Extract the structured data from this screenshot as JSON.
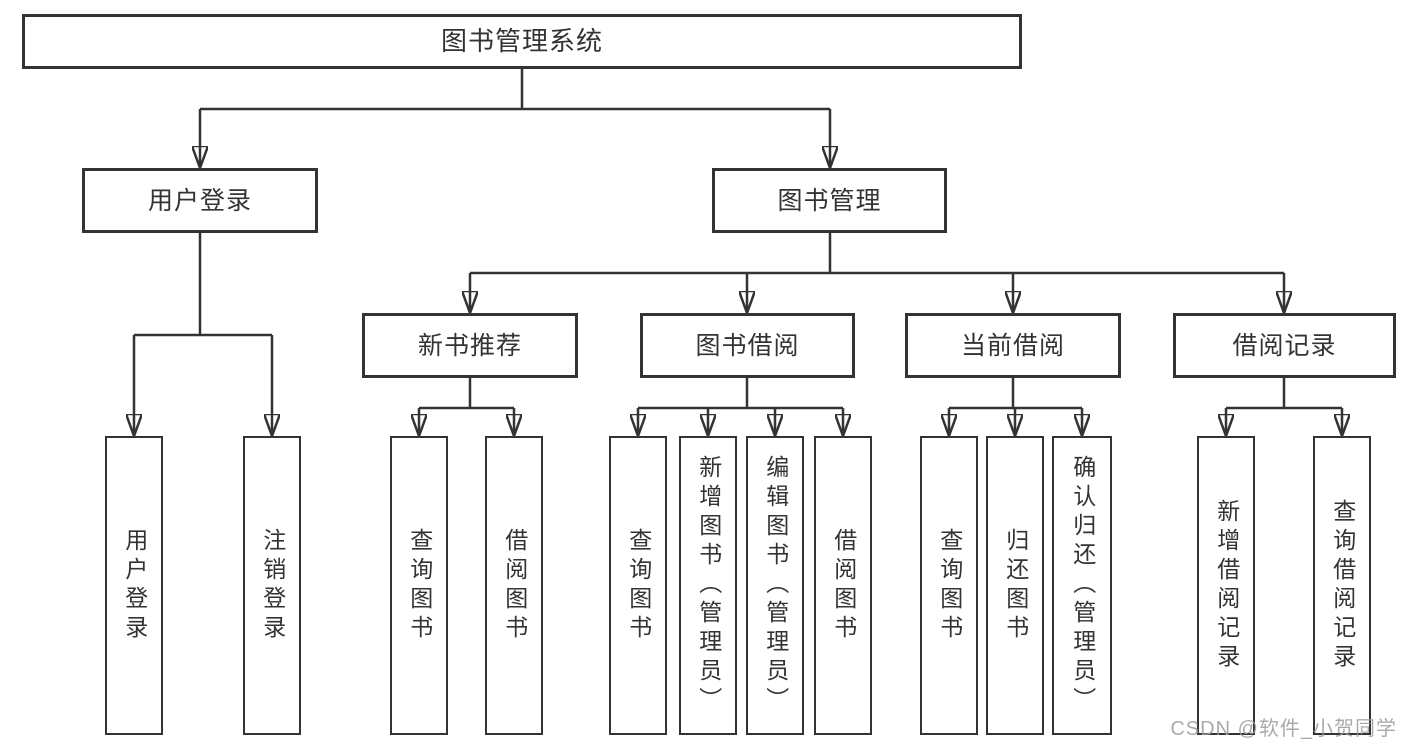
{
  "diagram": {
    "type": "hierarchy-tree",
    "title": "图书管理系统"
  },
  "nodes": {
    "root": {
      "label": "图书管理系统",
      "level": 1
    },
    "login": {
      "label": "用户登录",
      "level": 2
    },
    "book_mgmt": {
      "label": "图书管理",
      "level": 2
    },
    "new_book_rec": {
      "label": "新书推荐",
      "level": 3
    },
    "book_borrow": {
      "label": "图书借阅",
      "level": 3
    },
    "current_borrow": {
      "label": "当前借阅",
      "level": 3
    },
    "borrow_records": {
      "label": "借阅记录",
      "level": 3
    },
    "leaf_user_login": {
      "label": "用户登录",
      "level": 4
    },
    "leaf_logout": {
      "label": "注销登录",
      "level": 4
    },
    "leaf_rec_query": {
      "label": "查询图书",
      "level": 4
    },
    "leaf_rec_borrow": {
      "label": "借阅图书",
      "level": 4
    },
    "leaf_bb_query": {
      "label": "查询图书",
      "level": 4
    },
    "leaf_bb_add": {
      "label": "新增图书（管理员）",
      "level": 4
    },
    "leaf_bb_edit": {
      "label": "编辑图书（管理员）",
      "level": 4
    },
    "leaf_bb_borrow": {
      "label": "借阅图书",
      "level": 4
    },
    "leaf_cb_query": {
      "label": "查询图书",
      "level": 4
    },
    "leaf_cb_return": {
      "label": "归还图书",
      "level": 4
    },
    "leaf_cb_confirm": {
      "label": "确认归还（管理员）",
      "level": 4
    },
    "leaf_br_add": {
      "label": "新增借阅记录",
      "level": 4
    },
    "leaf_br_query": {
      "label": "查询借阅记录",
      "level": 4
    }
  },
  "tree": {
    "root": [
      "login",
      "book_mgmt"
    ],
    "login": [
      "leaf_user_login",
      "leaf_logout"
    ],
    "book_mgmt": [
      "new_book_rec",
      "book_borrow",
      "current_borrow",
      "borrow_records"
    ],
    "new_book_rec": [
      "leaf_rec_query",
      "leaf_rec_borrow"
    ],
    "book_borrow": [
      "leaf_bb_query",
      "leaf_bb_add",
      "leaf_bb_edit",
      "leaf_bb_borrow"
    ],
    "current_borrow": [
      "leaf_cb_query",
      "leaf_cb_return",
      "leaf_cb_confirm"
    ],
    "borrow_records": [
      "leaf_br_add",
      "leaf_br_query"
    ]
  },
  "watermark": {
    "text": "CSDN @软件_小贺同学"
  },
  "colors": {
    "line": "#333333",
    "text": "#333333",
    "background": "#ffffff",
    "watermark": "#9c9c9c"
  }
}
